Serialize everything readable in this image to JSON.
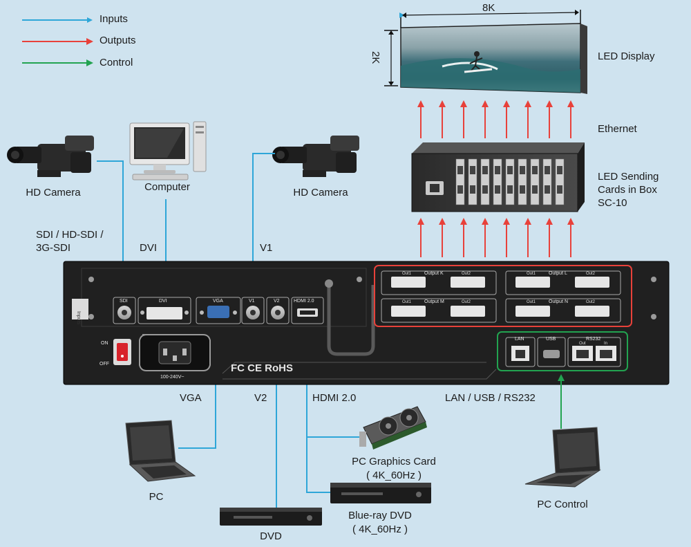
{
  "legend": {
    "inputs": {
      "label": "Inputs",
      "color": "#2ea6d8"
    },
    "outputs": {
      "label": "Outputs",
      "color": "#e8413a"
    },
    "control": {
      "label": "Control",
      "color": "#22a350"
    }
  },
  "display": {
    "width_label": "8K",
    "height_label": "2K",
    "name": "LED Display"
  },
  "link_label": "Ethernet",
  "sending_box": {
    "line1": "LED Sending",
    "line2": "Cards in Box",
    "line3": "SC-10"
  },
  "sources": {
    "camera_left": "HD Camera",
    "computer": "Computer",
    "camera_right": "HD Camera",
    "pc": "PC",
    "dvd": "DVD",
    "graphics_card_line1": "PC Graphics Card",
    "graphics_card_line2": "( 4K_60Hz )",
    "bluray_line1": "Blue-ray DVD",
    "bluray_line2": "( 4K_60Hz )",
    "pc_control": "PC Control"
  },
  "signals": {
    "sdi_line1": "SDI / HD-SDI /",
    "sdi_line2": "3G-SDI",
    "dvi": "DVI",
    "v1": "V1",
    "vga": "VGA",
    "v2": "V2",
    "hdmi": "HDMI 2.0",
    "control": "LAN / USB / RS232"
  },
  "panel": {
    "inputs_tag": "Inputs",
    "ports": [
      "SDI",
      "DVI",
      "VGA",
      "V1",
      "V2",
      "HDMI 2.0"
    ],
    "output_groups": [
      {
        "label": "Output  K",
        "out1": "Out1",
        "out2": "Out2"
      },
      {
        "label": "Output  L",
        "out1": "Out1",
        "out2": "Out2"
      },
      {
        "label": "Output  M",
        "out1": "Out1",
        "out2": "Out2"
      },
      {
        "label": "Output  N",
        "out1": "Out1",
        "out2": "Out2"
      }
    ],
    "control_ports": [
      "LAN",
      "USB",
      "RS232"
    ],
    "rs232_sub": [
      "Out",
      "In"
    ],
    "switch_on": "ON",
    "switch_off": "OFF",
    "power_rating": "100-240V~",
    "cert_marks": "FC CE RoHS"
  }
}
